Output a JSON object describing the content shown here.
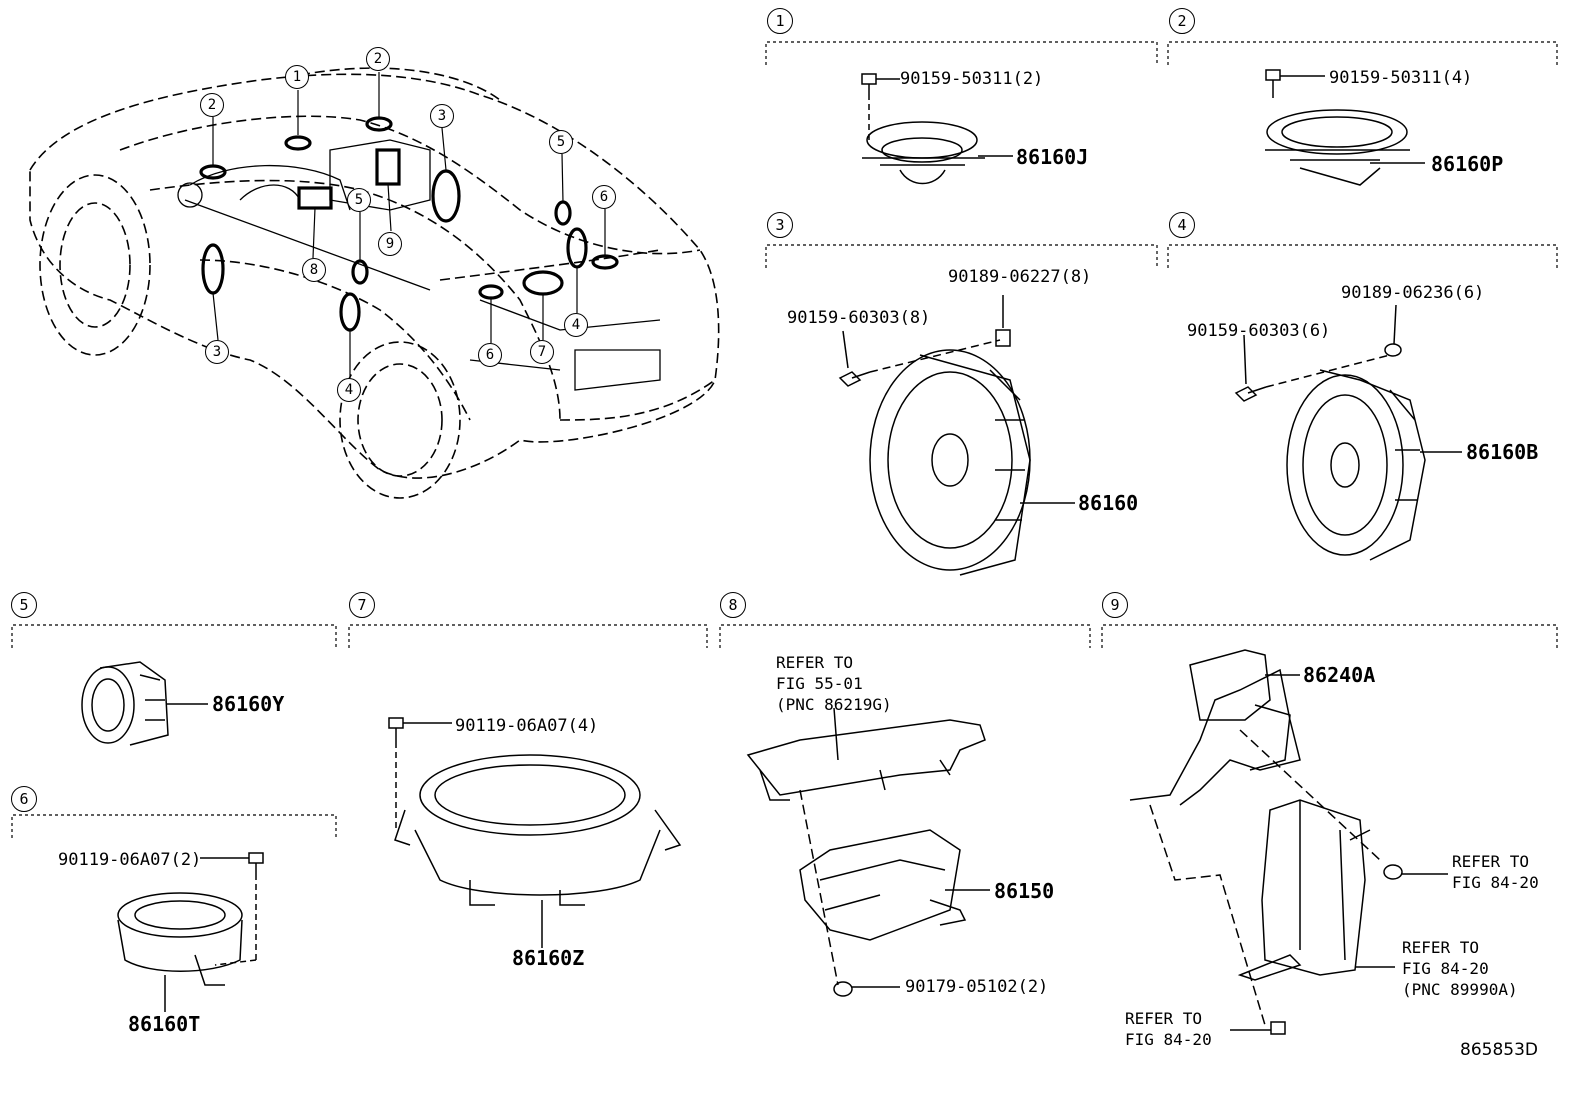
{
  "overview": {
    "callouts": [
      "1",
      "2",
      "2",
      "3",
      "3",
      "4",
      "4",
      "5",
      "5",
      "6",
      "6",
      "7",
      "8",
      "9"
    ]
  },
  "sections": {
    "s1": {
      "num": "1",
      "bolt": "90159-50311(2)",
      "part": "86160J"
    },
    "s2": {
      "num": "2",
      "bolt": "90159-50311(4)",
      "part": "86160P"
    },
    "s3": {
      "num": "3",
      "screw": "90159-60303(8)",
      "nut": "90189-06227(8)",
      "part": "86160"
    },
    "s4": {
      "num": "4",
      "screw": "90159-60303(6)",
      "nut": "90189-06236(6)",
      "part": "86160B"
    },
    "s5": {
      "num": "5",
      "part": "86160Y"
    },
    "s6": {
      "num": "6",
      "bolt": "90119-06A07(2)",
      "part": "86160T"
    },
    "s7": {
      "num": "7",
      "bolt": "90119-06A07(4)",
      "part": "86160Z"
    },
    "s8": {
      "num": "8",
      "ref": "REFER TO\nFIG 55-01\n(PNC 86219G)",
      "part": "86150",
      "nut": "90179-05102(2)"
    },
    "s9": {
      "num": "9",
      "part": "86240A",
      "ref1": "REFER TO\nFIG 84-20",
      "ref2": "REFER TO\nFIG 84-20\n(PNC 89990A)",
      "ref3": "REFER TO\nFIG 84-20"
    }
  },
  "figure_code": "865853D"
}
